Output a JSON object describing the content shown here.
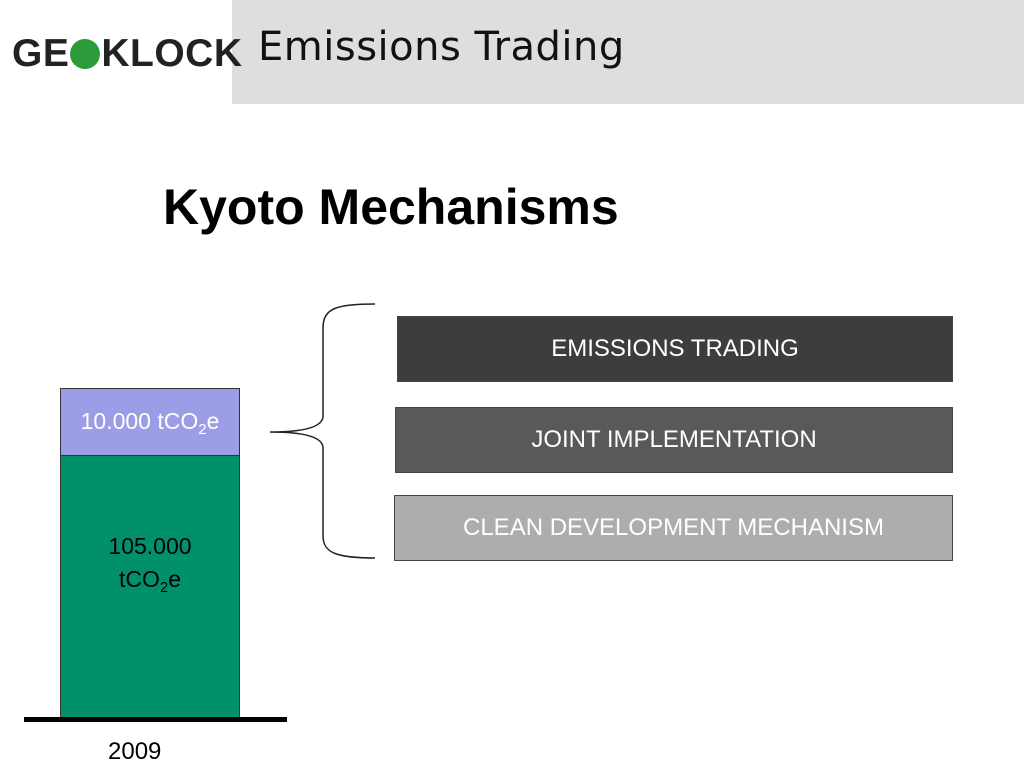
{
  "header": {
    "logo": {
      "left": "GE",
      "right": "KLOCK",
      "dot_color": "#2e9b3a"
    },
    "title": "Emissions Trading",
    "bar_color": "#dedede"
  },
  "slide": {
    "title": "Kyoto Mechanisms"
  },
  "stack": {
    "top": {
      "value": "10.000 tCO",
      "sub": "2",
      "unit": "e",
      "color": "#9b9de6"
    },
    "bottom": {
      "value": "105.000",
      "unit_prefix": "tCO",
      "sub": "2",
      "unit": "e",
      "color": "#00916b"
    },
    "year": "2009"
  },
  "mechanisms": [
    {
      "label": "EMISSIONS TRADING",
      "color": "#3d3d3d"
    },
    {
      "label": "JOINT IMPLEMENTATION",
      "color": "#595959"
    },
    {
      "label": "CLEAN DEVELOPMENT  MECHANISM",
      "color": "#adadad"
    }
  ]
}
